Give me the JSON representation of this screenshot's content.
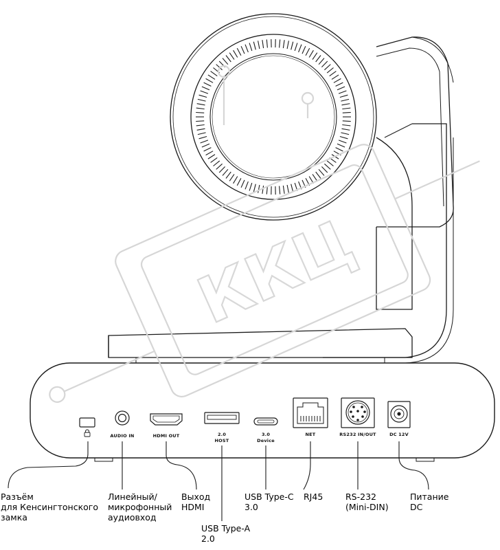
{
  "watermark": {
    "text": "ККЦ",
    "color": "#d6d6d6"
  },
  "colors": {
    "line": "#1a1a1a",
    "light_line": "#9a9a9a"
  },
  "ports": {
    "audio_in": "AUDIO IN",
    "hdmi_out": "HDMI OUT",
    "usb_host_1": "2.0",
    "usb_host_2": "HOST",
    "usb_device_1": "3.0",
    "usb_device_2": "Device",
    "net": "NET",
    "rs232": "RS232 IN/OUT",
    "dc": "DC 12V"
  },
  "callouts": {
    "kensington": [
      "Разъём",
      "для Кенсингтонского",
      "замка"
    ],
    "audio": [
      "Линейный/",
      "микрофонный",
      "аудиовход"
    ],
    "hdmi": [
      "Выход",
      "HDMI"
    ],
    "usb_a": [
      "USB Type-A",
      "2.0"
    ],
    "usb_c": [
      "USB Type-C",
      "3.0"
    ],
    "rj45": [
      "RJ45"
    ],
    "rs232": [
      "RS-232",
      "(Mini-DIN)"
    ],
    "dc": [
      "Питание",
      "DC"
    ]
  }
}
